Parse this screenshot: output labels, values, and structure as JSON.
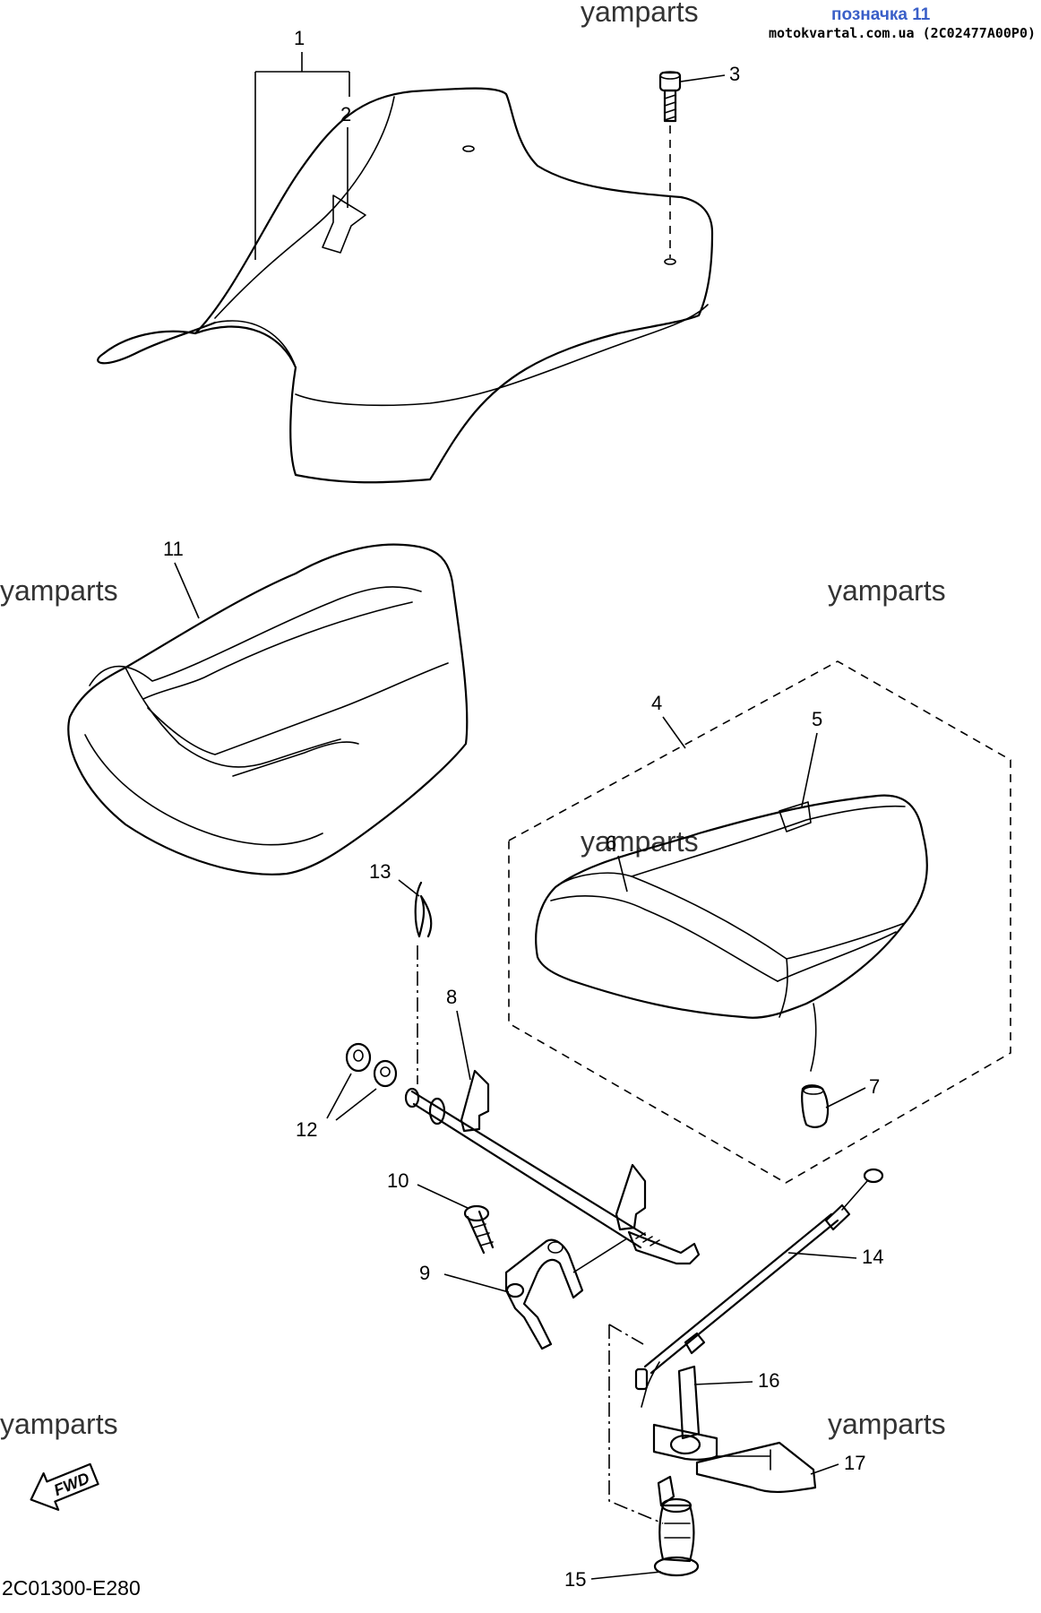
{
  "header": {
    "label": "позначка 11",
    "site": "motokvartal.com.ua (2C02477A00P0)"
  },
  "watermark": "yamparts",
  "diagram_code": "2C01300-E280",
  "fwd_label": "FWD",
  "callouts": [
    "1",
    "2",
    "3",
    "4",
    "5",
    "6",
    "7",
    "8",
    "9",
    "10",
    "11",
    "12",
    "13",
    "14",
    "15",
    "16",
    "17"
  ]
}
